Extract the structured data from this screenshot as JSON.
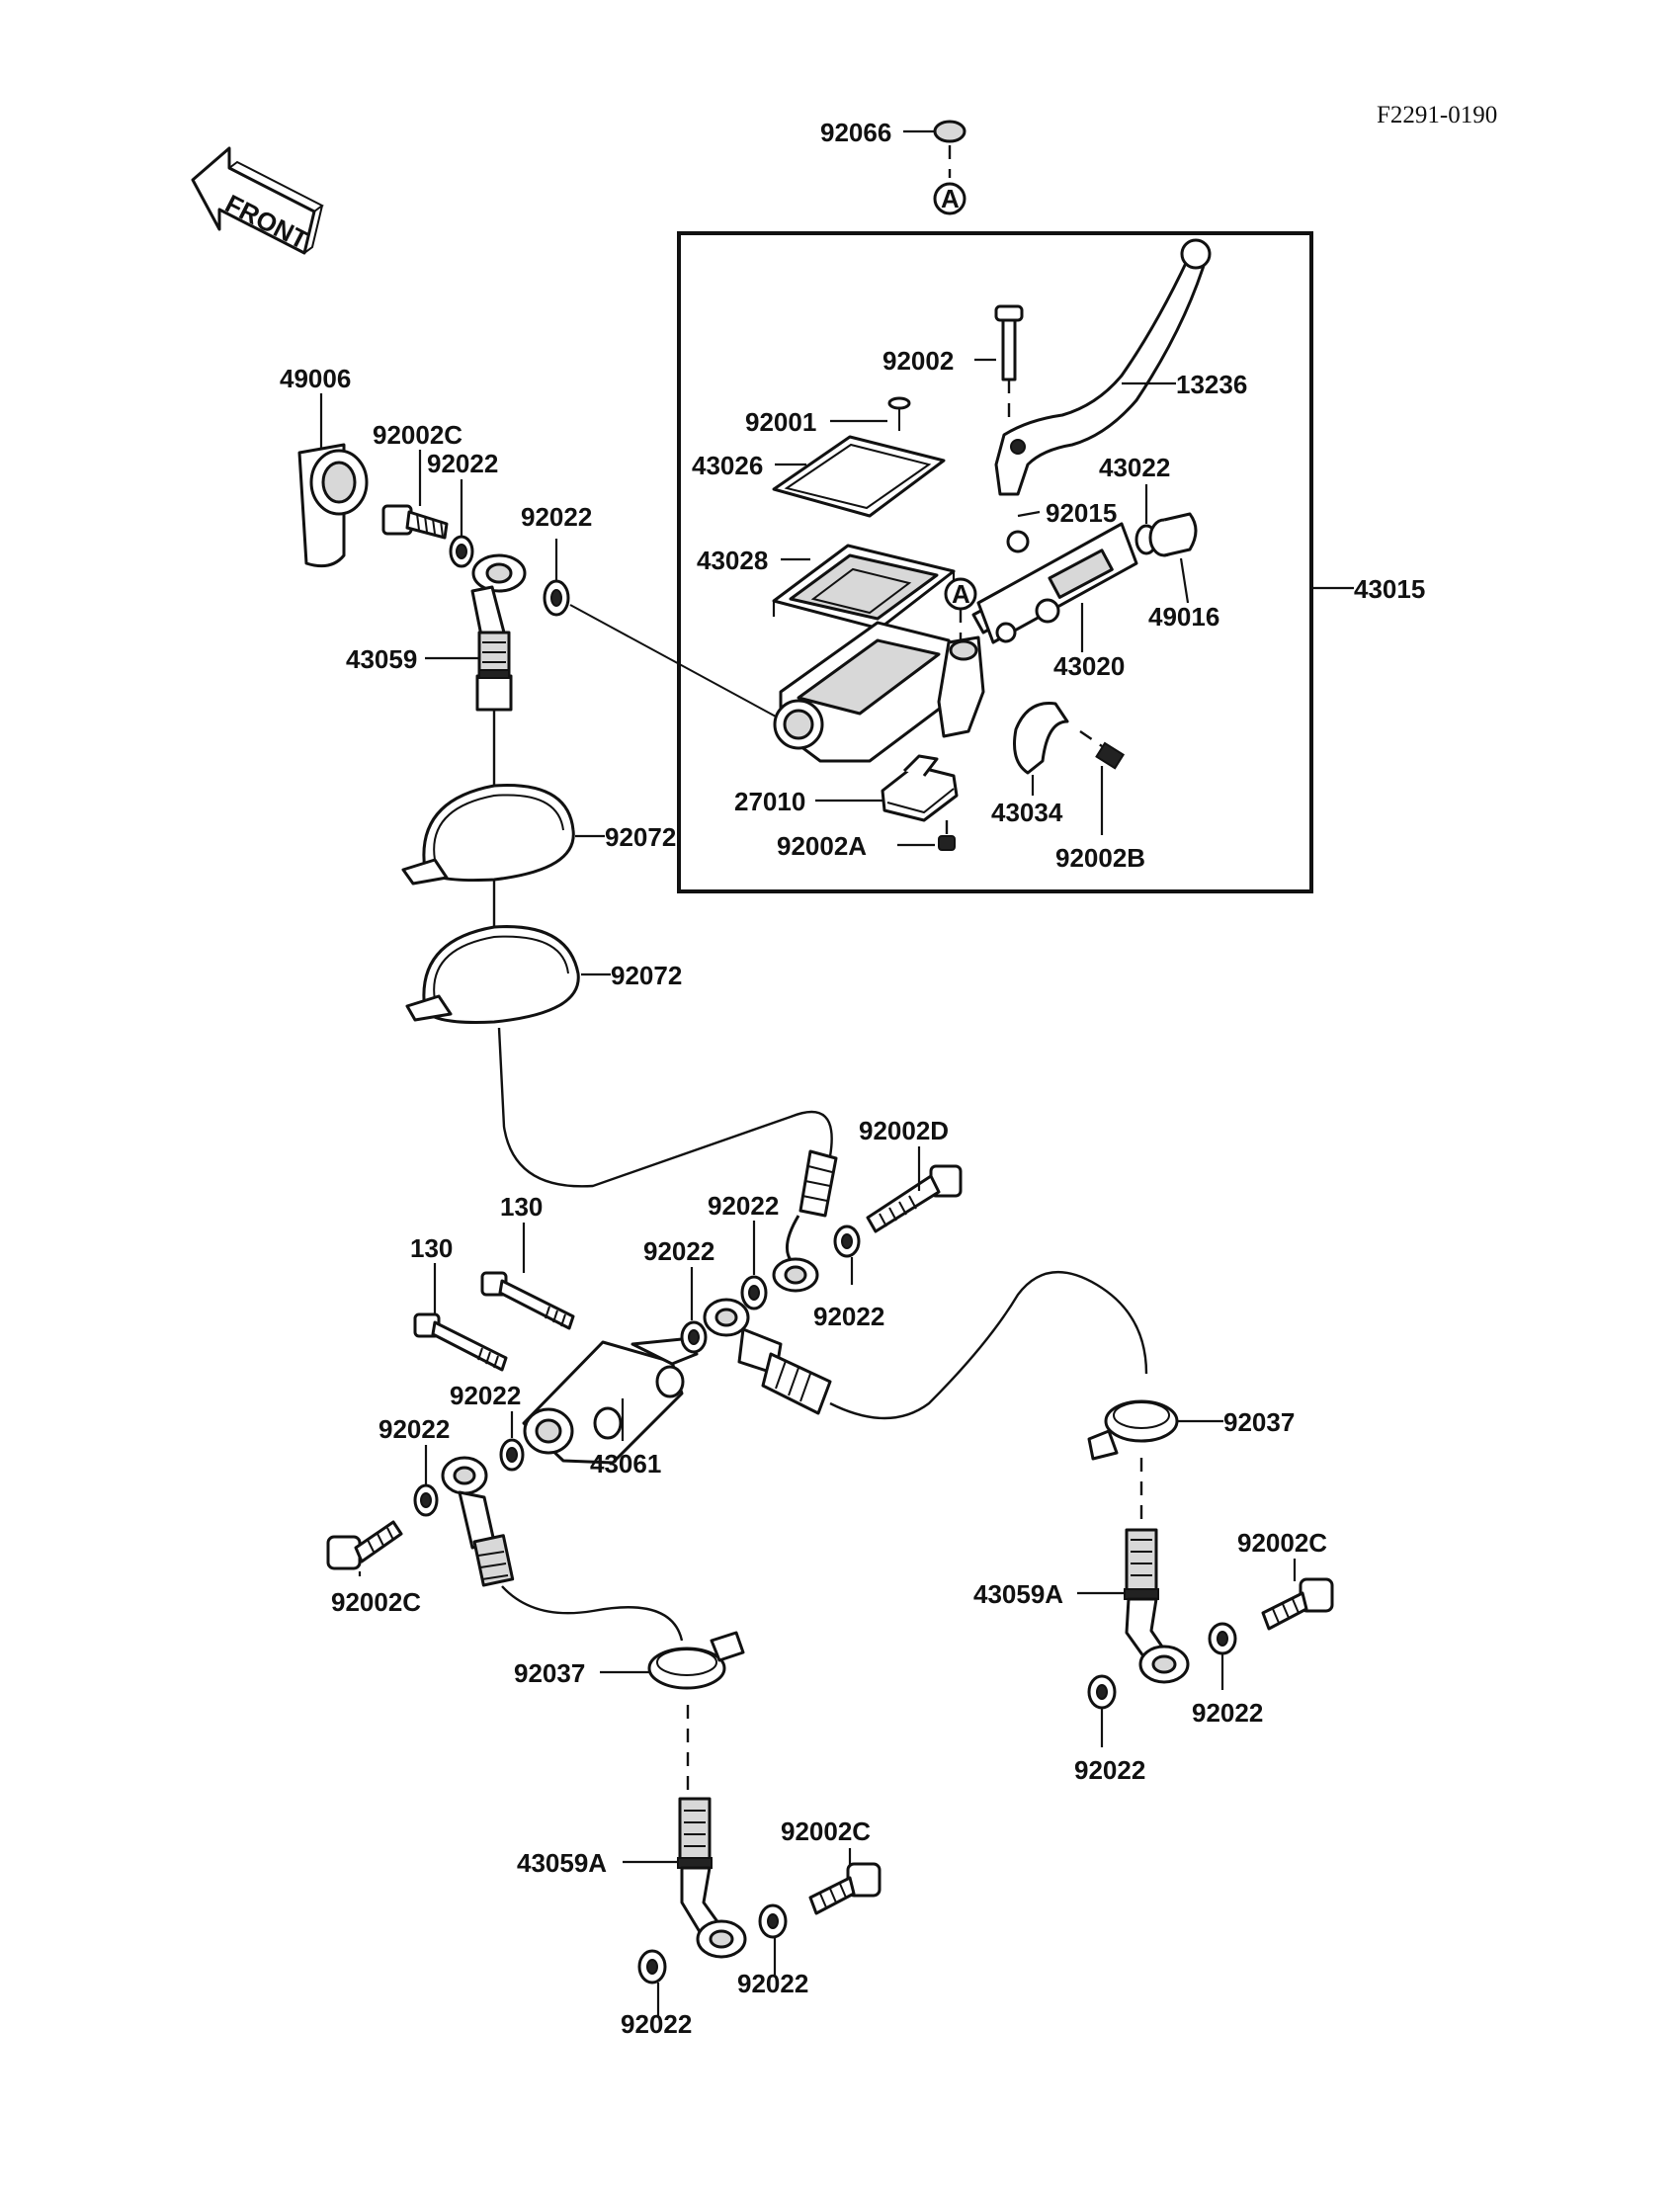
{
  "figure_code": "F2291-0190",
  "front_label": "FRONT",
  "ref_marker": "A",
  "labels": {
    "p92066": "92066",
    "p92002": "92002",
    "p13236": "13236",
    "p49006": "49006",
    "p92001": "92001",
    "p92002C_top": "92002C",
    "p92022_top1": "92022",
    "p43026": "43026",
    "p43022": "43022",
    "p92015": "92015",
    "p92022_top2": "92022",
    "p43028": "43028",
    "p43015": "43015",
    "p49016": "49016",
    "p43059": "43059",
    "p43020": "43020",
    "p27010": "27010",
    "p43034": "43034",
    "p92002A": "92002A",
    "p92002B": "92002B",
    "p92072_a": "92072",
    "p92072_b": "92072",
    "p92002D": "92002D",
    "p130_a": "130",
    "p92022_m1": "92022",
    "p130_b": "130",
    "p92022_m2": "92022",
    "p92022_m3": "92022",
    "p92022_m4": "92022",
    "p92037_r": "92037",
    "p92022_m5": "92022",
    "p43061": "43061",
    "p92002C_l": "92002C",
    "p92002C_r": "92002C",
    "p43059A_r": "43059A",
    "p92022_r1": "92022",
    "p92022_r2": "92022",
    "p92037_l": "92037",
    "p92002C_b": "92002C",
    "p43059A_b": "43059A",
    "p92022_b1": "92022",
    "p92022_b2": "92022"
  }
}
